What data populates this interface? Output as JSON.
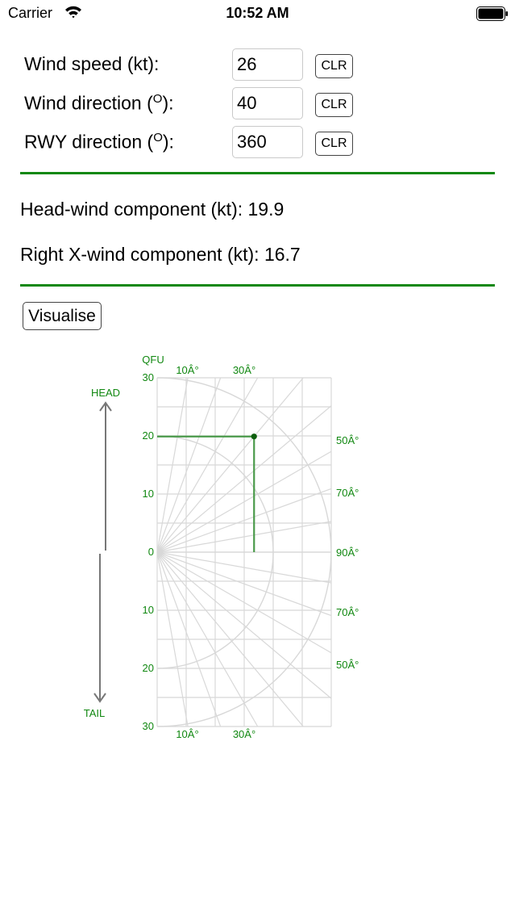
{
  "status": {
    "carrier": "Carrier",
    "time": "10:52 AM",
    "icons": [
      "wifi-icon",
      "battery-icon"
    ]
  },
  "form": {
    "wind_speed": {
      "label": "Wind speed (kt):",
      "value": "26",
      "clear_label": "CLR"
    },
    "wind_direction": {
      "label": "Wind direction (",
      "label_sup": "O",
      "label_end": "):",
      "value": "40",
      "clear_label": "CLR"
    },
    "rwy_direction": {
      "label": "RWY direction (",
      "label_sup": "O",
      "label_end": "):",
      "value": "360",
      "clear_label": "CLR"
    }
  },
  "results": {
    "headwind": "Head-wind component (kt): 19.9",
    "crosswind": "Right X-wind component (kt): 16.7"
  },
  "visualise_label": "Visualise",
  "diagram": {
    "qfu_label": "QFU",
    "head_label": "HEAD",
    "tail_label": "TAIL",
    "y_ticks": [
      {
        "label": "30",
        "value": 30
      },
      {
        "label": "20",
        "value": 20
      },
      {
        "label": "10",
        "value": 10
      },
      {
        "label": "0",
        "value": 0
      },
      {
        "label": "10",
        "value": -10
      },
      {
        "label": "20",
        "value": -20
      },
      {
        "label": "30",
        "value": -30
      }
    ],
    "top_angle_labels": [
      {
        "text": "10Â°",
        "angle": 10
      },
      {
        "text": "30Â°",
        "angle": 30
      }
    ],
    "bottom_angle_labels": [
      {
        "text": "10Â°",
        "angle": 170
      },
      {
        "text": "30Â°",
        "angle": 150
      }
    ],
    "right_angle_labels": [
      {
        "text": "50Â°",
        "angle": 50
      },
      {
        "text": "70Â°",
        "angle": 70
      },
      {
        "text": "90Â°",
        "angle": 90
      },
      {
        "text": "70Â°",
        "angle": 110
      },
      {
        "text": "50Â°",
        "angle": 130
      }
    ],
    "headwind_value": 19.9,
    "crosswind_value": 16.7,
    "axis_range": [
      -30,
      30
    ],
    "x_range": [
      0,
      30
    ],
    "accent_color": "#118811",
    "plot_color": "#4a9a4a",
    "grid_color": "#d8d8d8"
  }
}
